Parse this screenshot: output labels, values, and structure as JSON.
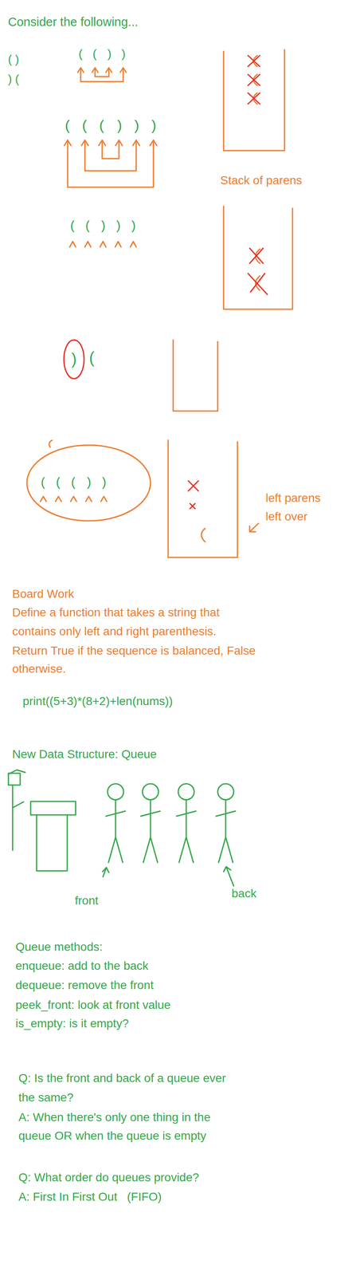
{
  "diagram": {
    "nodes": [
      {
        "text": [
          ")"
        ]
      },
      {
        "text": [
          "( ( ( ) )"
        ]
      }
    ],
    "labels": [
      "Consider the following...",
      "( )",
      "( ( ) )",
      ") (",
      "( ( ( ) ) )",
      "Stack of parens",
      "( ( ) ) )",
      "(",
      "left parens",
      "left over",
      "Board Work",
      "Define a function that takes a string that",
      "contains only left and right parenthesis.",
      "Return True if the sequence is balanced, False",
      "otherwise.",
      "print((5+3)*(8+2)+len(nums))",
      "New Data Structure: Queue",
      "front",
      "back",
      "Queue methods:",
      "enqueue: add to the back",
      "dequeue: remove the front",
      "peek_front: look at front value",
      "is_empty: is it empty?",
      "Q: Is the front and back of a queue ever",
      "the same?",
      "A: When there's only one thing in the",
      "queue OR when the queue is empty",
      "Q: What order do queues provide?",
      "A: First In First Out   (FIFO)"
    ]
  }
}
